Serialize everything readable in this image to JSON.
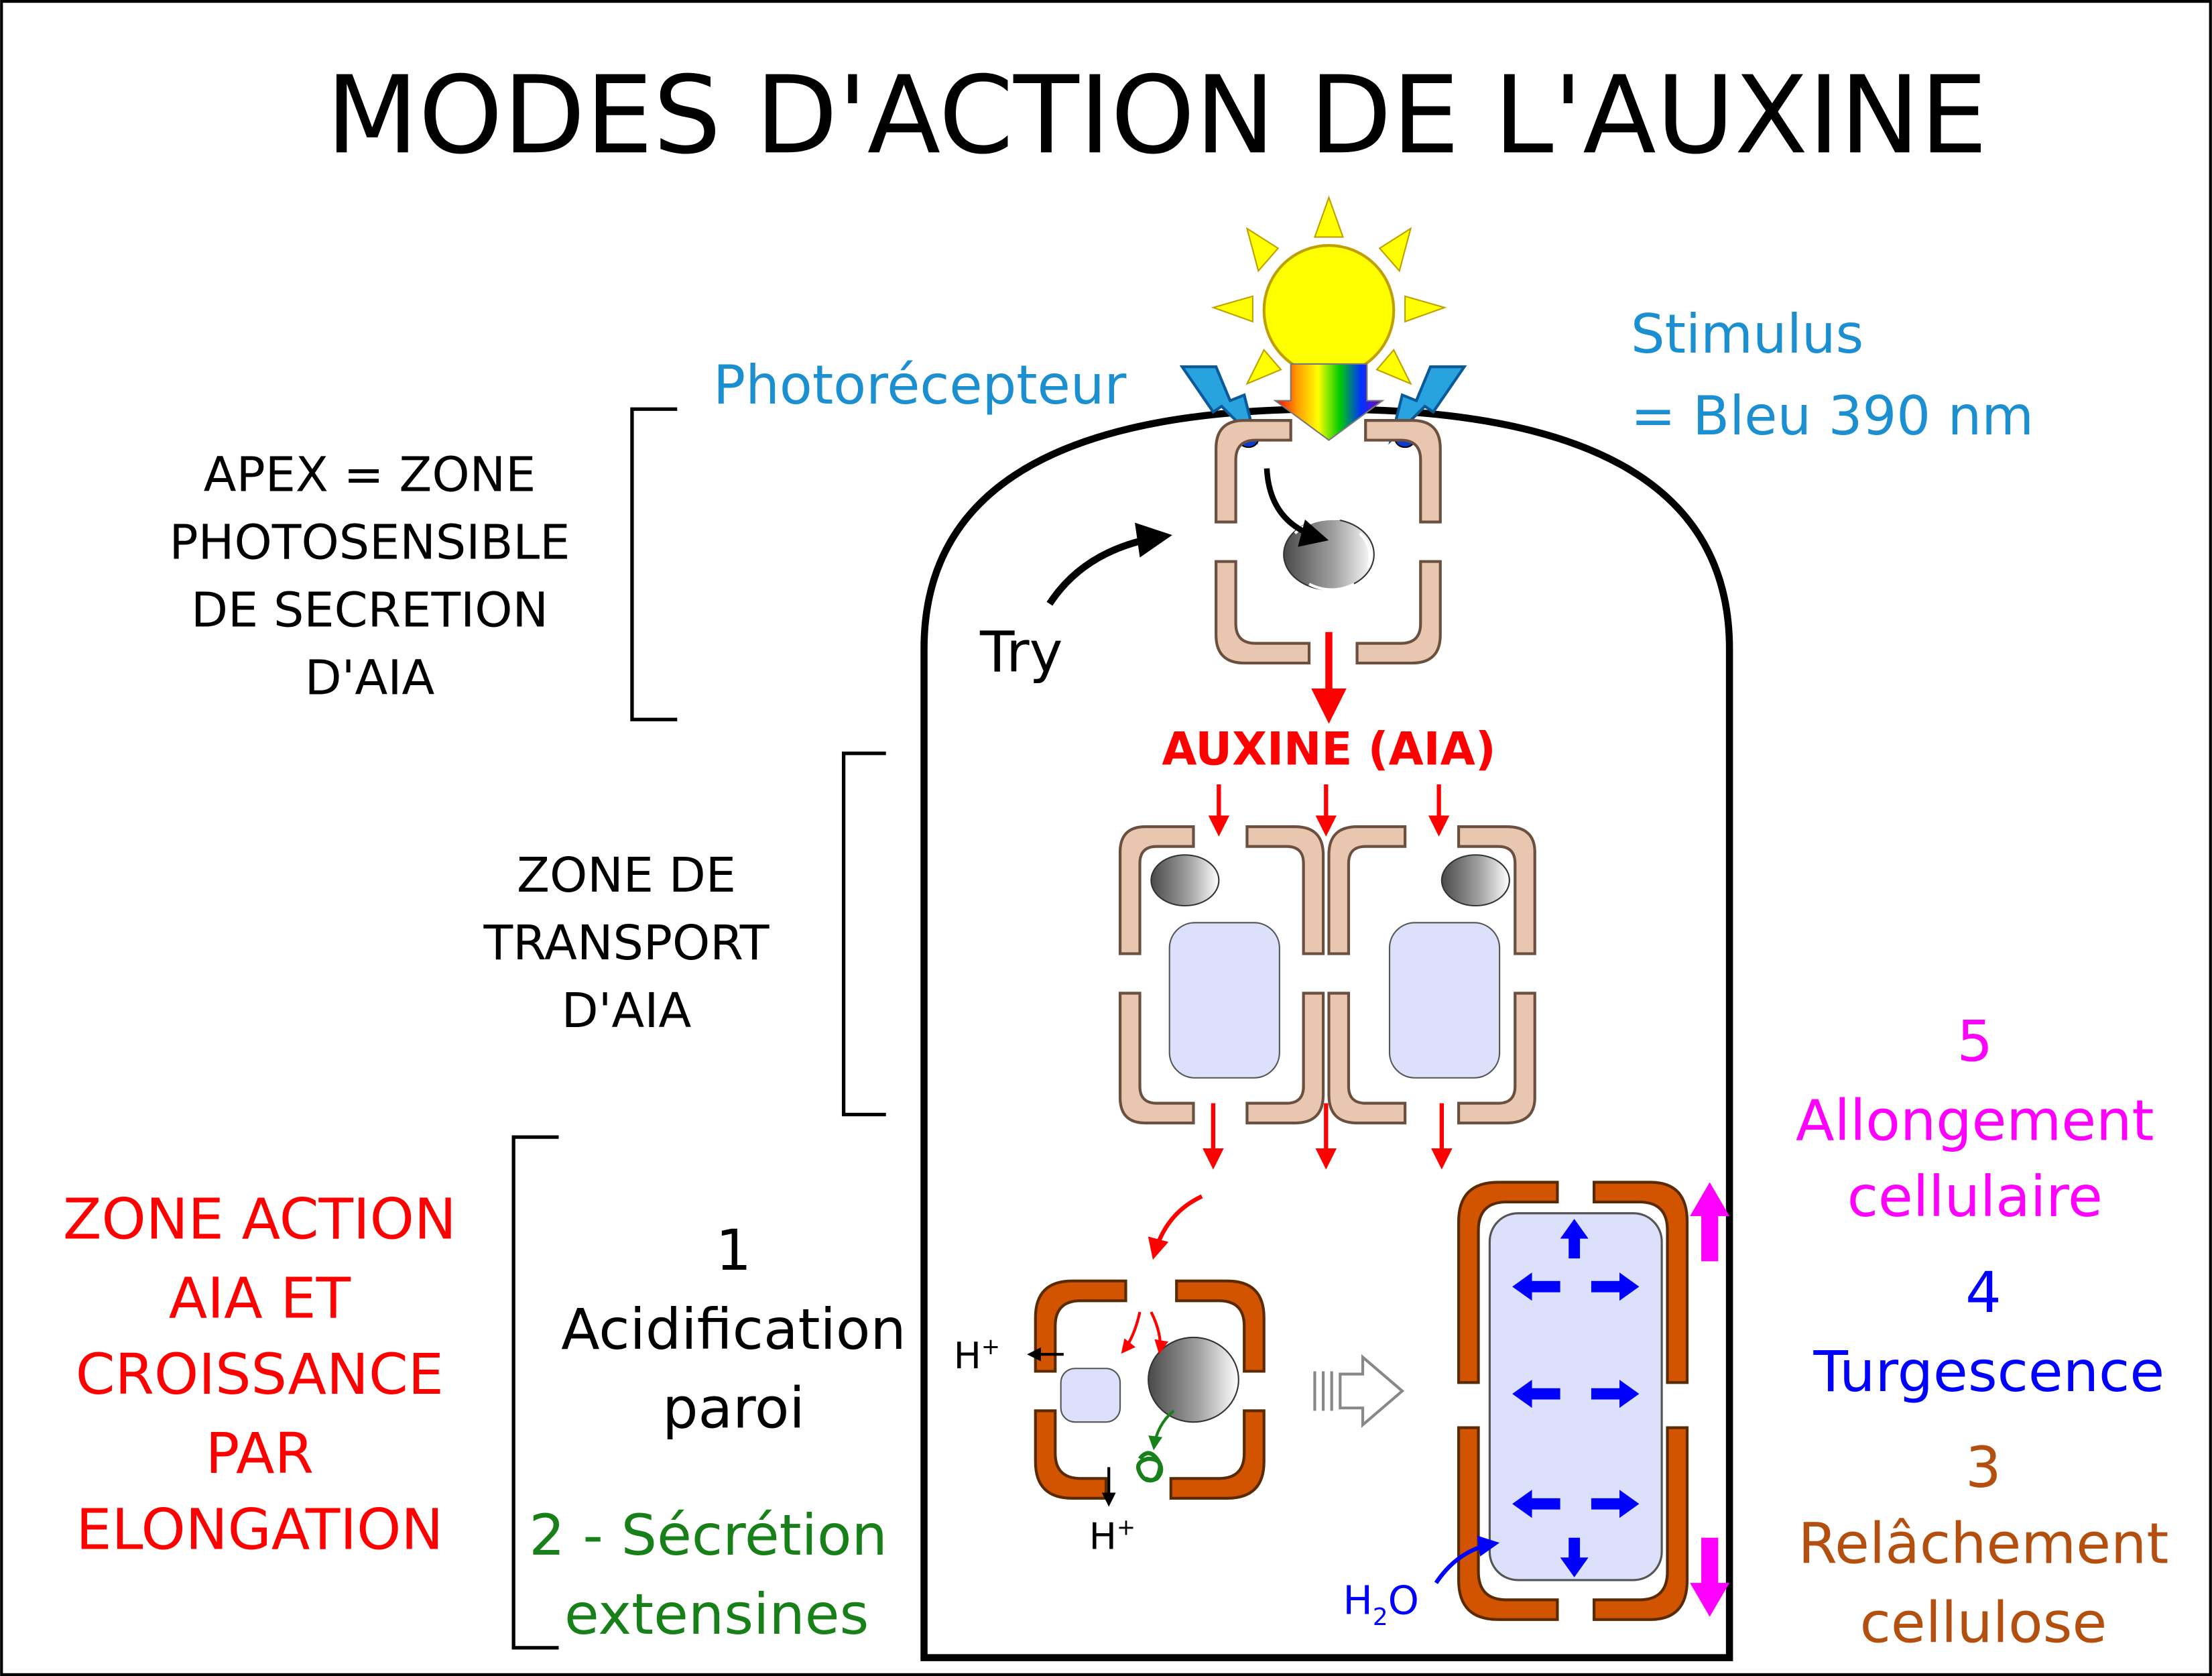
{
  "title": "MODES D'ACTION DE L'AUXINE",
  "stimulus": {
    "line1": "Stimulus",
    "line2": "= Bleu 390 nm"
  },
  "photoreceptor_label": "Photorécepteur",
  "try_label": "Try",
  "auxin_label": "AUXINE (AIA)",
  "zones": {
    "apex": [
      "APEX = ZONE",
      "PHOTOSENSIBLE",
      "DE SECRETION",
      "D'AIA"
    ],
    "transport": [
      "ZONE DE",
      "TRANSPORT",
      "D'AIA"
    ],
    "action": [
      "ZONE ACTION",
      "AIA ET",
      "CROISSANCE",
      "PAR",
      "ELONGATION"
    ]
  },
  "steps": {
    "step1": [
      "1",
      "Acidification",
      "paroi"
    ],
    "step2": [
      "2 - Sécrétion",
      "extensines"
    ],
    "step3": [
      "3",
      "Relâchement",
      "cellulose"
    ],
    "step4": [
      "4",
      "Turgescence"
    ],
    "step5": [
      "5",
      "Allongement",
      "cellulaire"
    ]
  },
  "ions": {
    "proton": "H",
    "proton_sup": "+",
    "water_h": "H",
    "water_sub": "2",
    "water_o": "O"
  },
  "colors": {
    "cell_wall": "#e8c6b0",
    "cell_wall_stroke": "#6b5040",
    "loose_wall": "#d35400",
    "vacuole": "#dde0fb",
    "red": "#ff0000",
    "blue_text": "#1b8fd0",
    "green": "#188018",
    "magenta": "#ff00ff",
    "blue_arrow": "#0000ff",
    "brown": "#b35010",
    "sun": "#ffff00"
  }
}
